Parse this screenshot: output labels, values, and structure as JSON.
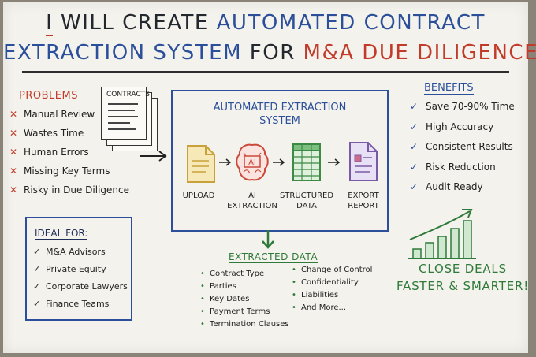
{
  "title": {
    "line1_a": "I",
    "line1_b": " WILL CREATE ",
    "line1_c": "AUTOMATED CONTRACT",
    "line2_a": "EXTRACTION SYSTEM",
    "line2_b": " FOR ",
    "line2_c": "M&A DUE DILIGENCE"
  },
  "problems": {
    "heading": "PROBLEMS",
    "items": [
      "Manual Review",
      "Wastes Time",
      "Human Errors",
      "Missing Key Terms",
      "Risky in Due Diligence"
    ]
  },
  "contracts_label": "CONTRACTS",
  "system": {
    "title_line1": "AUTOMATED EXTRACTION",
    "title_line2": "SYSTEM",
    "ai_glyph": "AI",
    "steps": [
      {
        "line1": "UPLOAD",
        "line2": ""
      },
      {
        "line1": "AI",
        "line2": "EXTRACTION"
      },
      {
        "line1": "STRUCTURED",
        "line2": "DATA"
      },
      {
        "line1": "EXPORT",
        "line2": "REPORT"
      }
    ]
  },
  "benefits": {
    "heading": "BENEFITS",
    "items": [
      "Save 70-90% Time",
      "High Accuracy",
      "Consistent Results",
      "Risk Reduction",
      "Audit Ready"
    ]
  },
  "ideal_for": {
    "heading": "IDEAL FOR:",
    "items": [
      "M&A Advisors",
      "Private Equity",
      "Corporate Lawyers",
      "Finance Teams"
    ]
  },
  "extracted_data": {
    "heading": "EXTRACTED DATA",
    "col1": [
      "Contract Type",
      "Parties",
      "Key Dates",
      "Payment Terms",
      "Termination Clauses"
    ],
    "col2": [
      "Change of Control",
      "Confidentiality",
      "Liabilities",
      "And More..."
    ]
  },
  "closing": {
    "line1": "CLOSE DEALS",
    "line2": "FASTER & SMARTER!"
  },
  "colors": {
    "blue": "#2b4f9a",
    "red": "#c23a2a",
    "green": "#2f7a3a",
    "ink": "#23282f"
  }
}
